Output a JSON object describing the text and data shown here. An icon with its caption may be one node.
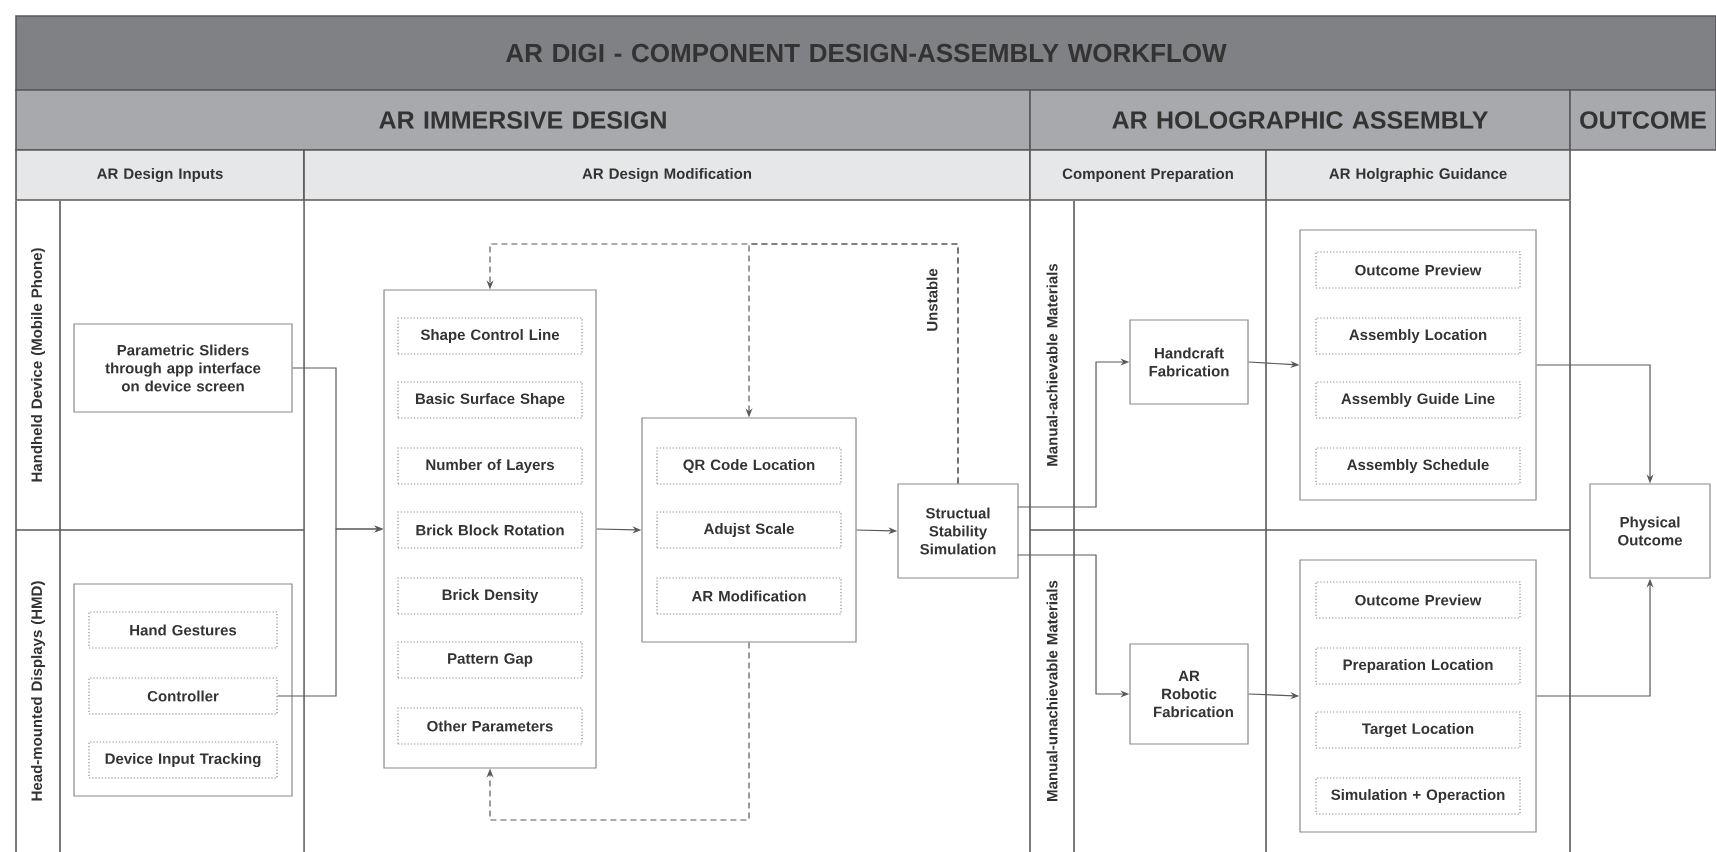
{
  "diagram": {
    "title": "AR DIGI - COMPONENT DESIGN-ASSEMBLY WORKFLOW",
    "nodes": [
      {
        "text": [
          "Parametric Sliders through app interface on device screen"
        ]
      },
      {
        "text": [],
        "shape": "box"
      },
      {
        "text": [
          "Shape Control Line"
        ],
        "in": 1
      },
      {
        "text": [
          "Basic Surface Shape"
        ],
        "in": 1
      },
      {
        "text": [
          "Number of Layers"
        ],
        "in": 1
      },
      {
        "text": [
          "Brick Block Rotation"
        ],
        "in": 1
      },
      {
        "text": [
          "Brick Density"
        ],
        "in": 1
      },
      {
        "text": [
          "Pattern Gap"
        ],
        "in": 1
      },
      {
        "text": [
          "Other Parameters"
        ],
        "in": 1
      },
      {
        "text": [],
        "shape": "box"
      },
      {
        "text": [
          "QR Code Location"
        ],
        "in": 9
      },
      {
        "text": [
          "Adujst Scale"
        ],
        "in": 9
      },
      {
        "text": [
          "AR Modification"
        ],
        "in": 9
      },
      {
        "text": [
          "Structual Stability Simulation"
        ]
      },
      {
        "text": [
          "Handcraft Fabrication"
        ]
      },
      {
        "text": [],
        "shape": "box"
      },
      {
        "text": [
          "Outcome Preview"
        ],
        "in": 15
      },
      {
        "text": [
          "Assembly Location"
        ],
        "in": 15
      },
      {
        "text": [
          "Assembly Guide Line"
        ],
        "in": 15
      },
      {
        "text": [
          "Assembly Schedule"
        ],
        "in": 15
      },
      {
        "text": [
          "Physical Outcome"
        ]
      },
      {
        "text": [],
        "shape": "box"
      },
      {
        "text": [
          "Hand Gestures"
        ],
        "in": 21
      },
      {
        "text": [
          "Controller"
        ],
        "in": 21
      },
      {
        "text": [
          "Device Input Tracking"
        ],
        "in": 21
      },
      {
        "text": [
          "AR Robotic Fabrication"
        ]
      },
      {
        "text": [],
        "shape": "box"
      },
      {
        "text": [
          "Outcome Preview"
        ],
        "in": 26
      },
      {
        "text": [
          "Preparation Location"
        ],
        "in": 26
      },
      {
        "text": [
          "Target Location"
        ],
        "in": 26
      },
      {
        "text": [
          "Simulation + Operaction"
        ],
        "in": 26
      }
    ],
    "edges": [
      {
        "from": 0,
        "to": 1,
        "arrow": "to"
      },
      {
        "from": 23,
        "to": 1,
        "arrow": "to"
      },
      {
        "from": 1,
        "to": 9,
        "arrow": "to"
      },
      {
        "from": 9,
        "to": 13,
        "arrow": "to"
      },
      {
        "from": 13,
        "to": 14,
        "arrow": "to"
      },
      {
        "from": 13,
        "to": 25,
        "arrow": "to"
      },
      {
        "from": 14,
        "to": 15,
        "arrow": "to"
      },
      {
        "from": 25,
        "to": 26,
        "arrow": "to"
      },
      {
        "from": 15,
        "to": 20,
        "arrow": "to"
      },
      {
        "from": 26,
        "to": 20,
        "arrow": "to"
      },
      {
        "from": 13,
        "to": 1,
        "arrow": "to",
        "style": "dashed",
        "label": "Unstable"
      },
      {
        "from": 13,
        "to": 9,
        "arrow": "to",
        "style": "dashed"
      },
      {
        "from": 9,
        "to": 1,
        "arrow": "to",
        "style": "dashed"
      }
    ],
    "labels": [
      "AR IMMERSIVE DESIGN",
      "AR HOLOGRAPHIC ASSEMBLY",
      "OUTCOME",
      "AR Design Inputs",
      "AR Design Modification",
      "Component Preparation",
      "AR Holgraphic Guidance",
      "Handheld Device (Mobile Phone)",
      "Manual-achievable Materials",
      "Head-mounted Displays (HMD)",
      "Manual-unachievable Materials"
    ]
  }
}
